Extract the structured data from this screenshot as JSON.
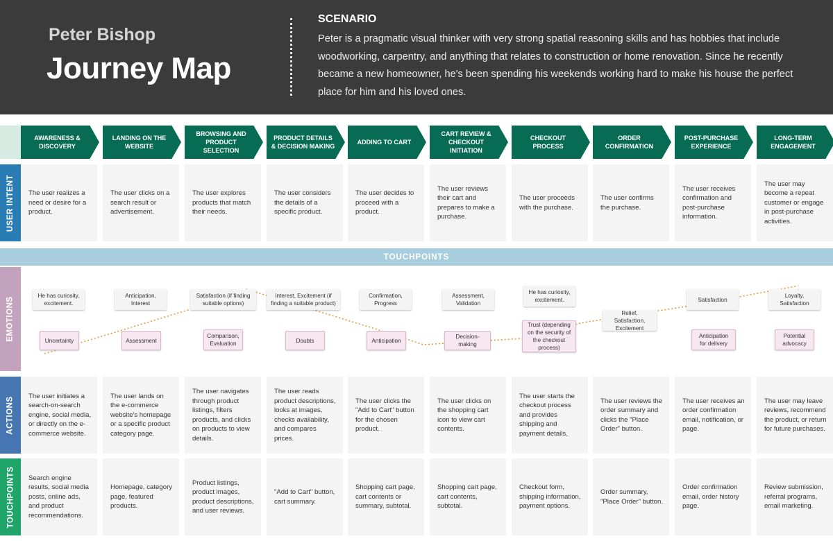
{
  "header": {
    "name": "Peter Bishop",
    "title": "Journey Map",
    "scenario_label": "SCENARIO",
    "scenario_text": "Peter is a pragmatic visual thinker with very strong spatial reasoning skills and has hobbies that include woodworking, carpentry, and anything that relates to construction or home renovation. Since he recently became a new homeowner, he's been spending his weekends working hard to make his house the perfect place for him and his loved ones."
  },
  "row_labels": {
    "user_intent": "USER INTENT",
    "emotions": "EMOTIONS",
    "actions": "ACTIONS",
    "touchpoints": "TOUCHPOINTS",
    "band": "TOUCHPOINTS"
  },
  "colors": {
    "header_bg": "#3b3b3b",
    "stage_green": "#076c53",
    "user_intent": "#2a7cb5",
    "emotions": "#c3a2bd",
    "actions": "#4576b2",
    "touchpoints": "#1fa56a",
    "band": "#a8cedd",
    "corner": "#d6ece2",
    "emotion_line": "#e39a3c"
  },
  "stages": [
    "Awareness & Discovery",
    "Landing on the Website",
    "Browsing and Product Selection",
    "Product Details & Decision Making",
    "Adding to Cart",
    "Cart Review & Checkout Initiation",
    "Checkout Process",
    "Order Confirmation",
    "Post-Purchase Experience",
    "Long-Term Engagement"
  ],
  "user_intent": [
    "The user realizes a need or desire for a product.",
    "The user clicks on a search result or advertisement.",
    "The user explores products that match their needs.",
    "The user considers the details of a specific product.",
    "The user decides to proceed with a product.",
    "The user reviews their cart and prepares to make a purchase.",
    "The user proceeds with the purchase.",
    "The user confirms the purchase.",
    "The user receives confirmation and post-purchase information.",
    "The user may become a repeat customer or engage in post-purchase activities."
  ],
  "emotions": {
    "positive": [
      "He has curiosity, excitement.",
      "Anticipation, Interest",
      "Satisfaction (if finding suitable options)",
      "Interest, Excitement (if finding a suitable product)",
      "Confirmation, Progress",
      "Assessment, Validation",
      "He has curiosity, excitement.",
      "Relief, Satisfaction, Excitement",
      "Satisfaction",
      "Loyalty, Satisfaction"
    ],
    "negative": [
      "Uncertainty",
      "Assessment",
      "Comparison, Evaluation",
      "Doubts",
      "Anticipation",
      "Decision-making",
      "Trust (depending on the security of the checkout process)",
      "Anticipation for delivery",
      "Potential advocacy"
    ]
  },
  "actions": [
    "The user initiates a search-on-search engine, social media, or directly on the e-commerce website.",
    "The user lands on the e-commerce website's homepage or a specific product category page.",
    "The user navigates through product listings, filters products, and clicks on products to view details.",
    "The user reads product descriptions, looks at images, checks availability, and compares prices.",
    "The user clicks the \"Add to Cart\" button for the chosen product.",
    "The user clicks on the shopping cart icon to view cart contents.",
    "The user starts the checkout process and provides shipping and payment details.",
    "The user reviews the order summary and clicks the \"Place Order\" button.",
    "The user receives an order confirmation email, notification, or page.",
    "The user may leave reviews, recommend the product, or return for future purchases."
  ],
  "touchpoints": [
    "Search engine results, social media posts, online ads, and product recommendations.",
    "Homepage, category page, featured products.",
    "Product listings, product images, product descriptions, and user reviews.",
    "\"Add to Cart\" button, cart summary.",
    "Shopping cart page, cart contents or summary, subtotal.",
    "Shopping cart page, cart contents, subtotal.",
    "Checkout form, shipping information, payment options.",
    "Order summary, \"Place Order\" button.",
    "Order confirmation email, order history page.",
    "Review submission, referral programs, email marketing."
  ]
}
